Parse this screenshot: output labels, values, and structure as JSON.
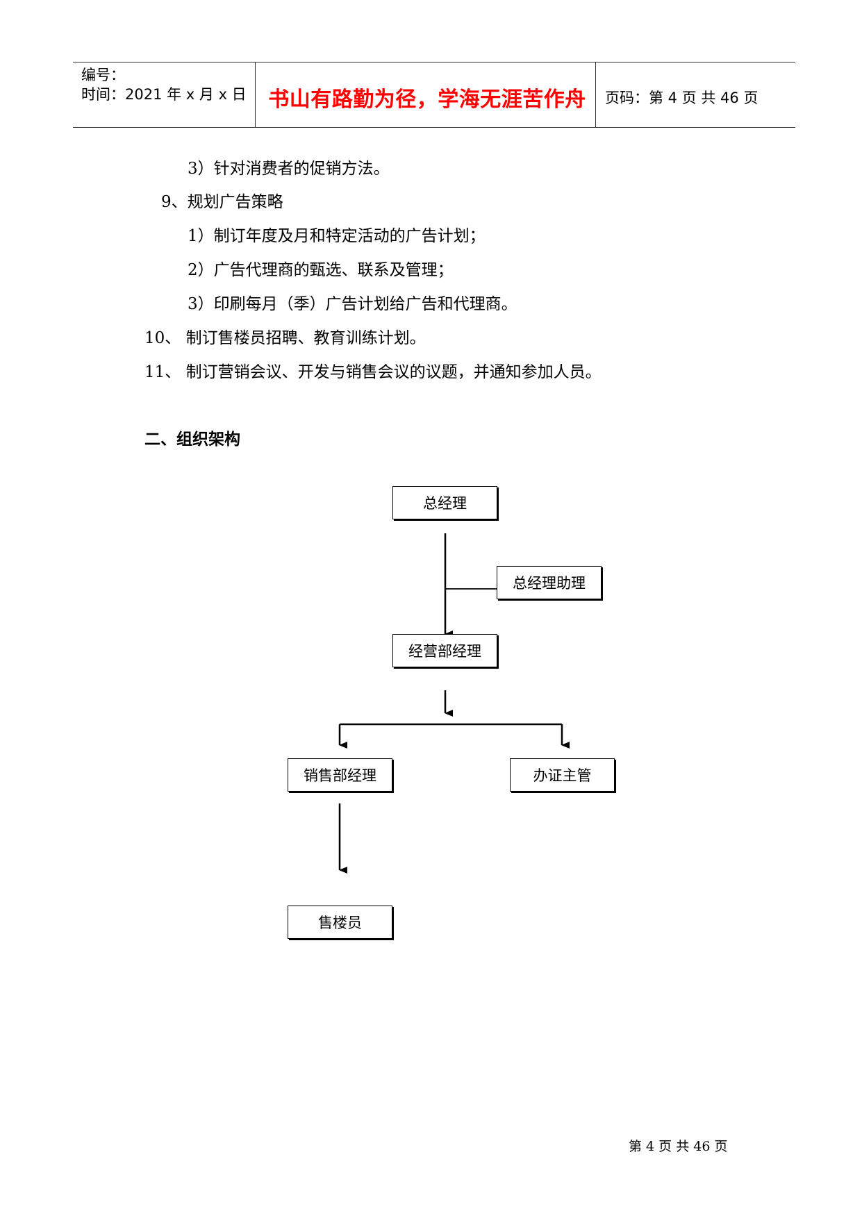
{
  "header": {
    "number_label": "编号：",
    "time_label": "时间：2021 年 x 月 x 日",
    "motto": "书山有路勤为径，学海无涯苦作舟",
    "page_label": "页码：第 4 页  共 46 页"
  },
  "body": {
    "lines": [
      "3）针对消费者的促销方法。",
      "9、规划广告策略",
      "1）制订年度及月和特定活动的广告计划；",
      "2）广告代理商的甄选、联系及管理；",
      "3）印刷每月（季）广告计划给广告和代理商。",
      "10、  制订售楼员招聘、教育训练计划。",
      "11、  制订营销会议、开发与销售会议的议题，并通知参加人员。"
    ],
    "section_title": "二、组织架构"
  },
  "org_chart": {
    "general_manager": "总经理",
    "gm_assistant": "总经理助理",
    "operations_manager": "经营部经理",
    "sales_manager": "销售部经理",
    "certification_supervisor": "办证主管",
    "sales_staff": "售楼员"
  },
  "footer": {
    "page_text": "第  4  页  共  46  页"
  }
}
